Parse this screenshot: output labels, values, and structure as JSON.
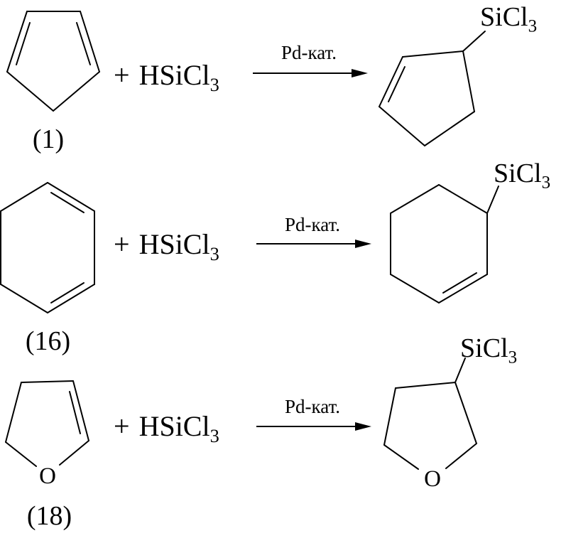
{
  "colors": {
    "ink": "#000000",
    "background": "#ffffff"
  },
  "reactions": [
    {
      "label": "(1)",
      "plus": "+",
      "reagent": {
        "base": "HSiCl",
        "sub": "3"
      },
      "catalyst": "Pd-кат.",
      "substituent": {
        "base": "SiCl",
        "sub": "3"
      }
    },
    {
      "label": "(16)",
      "plus": "+",
      "reagent": {
        "base": "HSiCl",
        "sub": "3"
      },
      "catalyst": "Pd-кат.",
      "substituent": {
        "base": "SiCl",
        "sub": "3"
      }
    },
    {
      "label": "(18)",
      "plus": "+",
      "reagent": {
        "base": "HSiCl",
        "sub": "3"
      },
      "catalyst": "Pd-кат.",
      "substituent": {
        "base": "SiCl",
        "sub": "3"
      },
      "heteroatom": "O"
    }
  ]
}
